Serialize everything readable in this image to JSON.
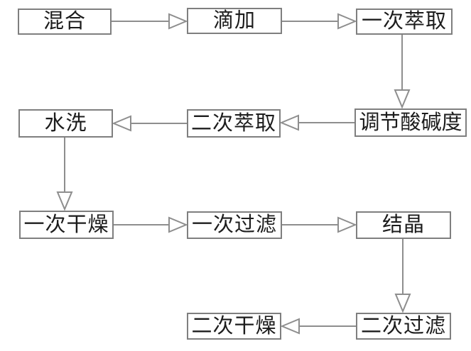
{
  "diagram": {
    "type": "process-flowchart",
    "nodes": [
      {
        "id": "mix",
        "label": "混合"
      },
      {
        "id": "drip-add",
        "label": "滴加"
      },
      {
        "id": "first-extraction",
        "label": "一次萃取"
      },
      {
        "id": "adjust-ph",
        "label": "调节酸碱度"
      },
      {
        "id": "second-extraction",
        "label": "二次萃取"
      },
      {
        "id": "water-wash",
        "label": "水洗"
      },
      {
        "id": "first-drying",
        "label": "一次干燥"
      },
      {
        "id": "first-filtration",
        "label": "一次过滤"
      },
      {
        "id": "crystallization",
        "label": "结晶"
      },
      {
        "id": "second-filtration",
        "label": "二次过滤"
      },
      {
        "id": "second-drying",
        "label": "二次干燥"
      }
    ],
    "edges": [
      {
        "from": "混合",
        "to": "滴加",
        "direction": "right"
      },
      {
        "from": "滴加",
        "to": "一次萃取",
        "direction": "right"
      },
      {
        "from": "一次萃取",
        "to": "调节酸碱度",
        "direction": "down"
      },
      {
        "from": "调节酸碱度",
        "to": "二次萃取",
        "direction": "left"
      },
      {
        "from": "二次萃取",
        "to": "水洗",
        "direction": "left"
      },
      {
        "from": "水洗",
        "to": "一次干燥",
        "direction": "down"
      },
      {
        "from": "一次干燥",
        "to": "一次过滤",
        "direction": "right"
      },
      {
        "from": "一次过滤",
        "to": "结晶",
        "direction": "right"
      },
      {
        "from": "结晶",
        "to": "二次过滤",
        "direction": "down"
      },
      {
        "from": "二次过滤",
        "to": "二次干燥",
        "direction": "left"
      }
    ],
    "colors": {
      "background": "#ffffff",
      "box_border": "#7f7f7f",
      "line": "#8e8e8e",
      "arrowhead_fill": "#ffffff",
      "text": "#1c1c1c"
    }
  }
}
